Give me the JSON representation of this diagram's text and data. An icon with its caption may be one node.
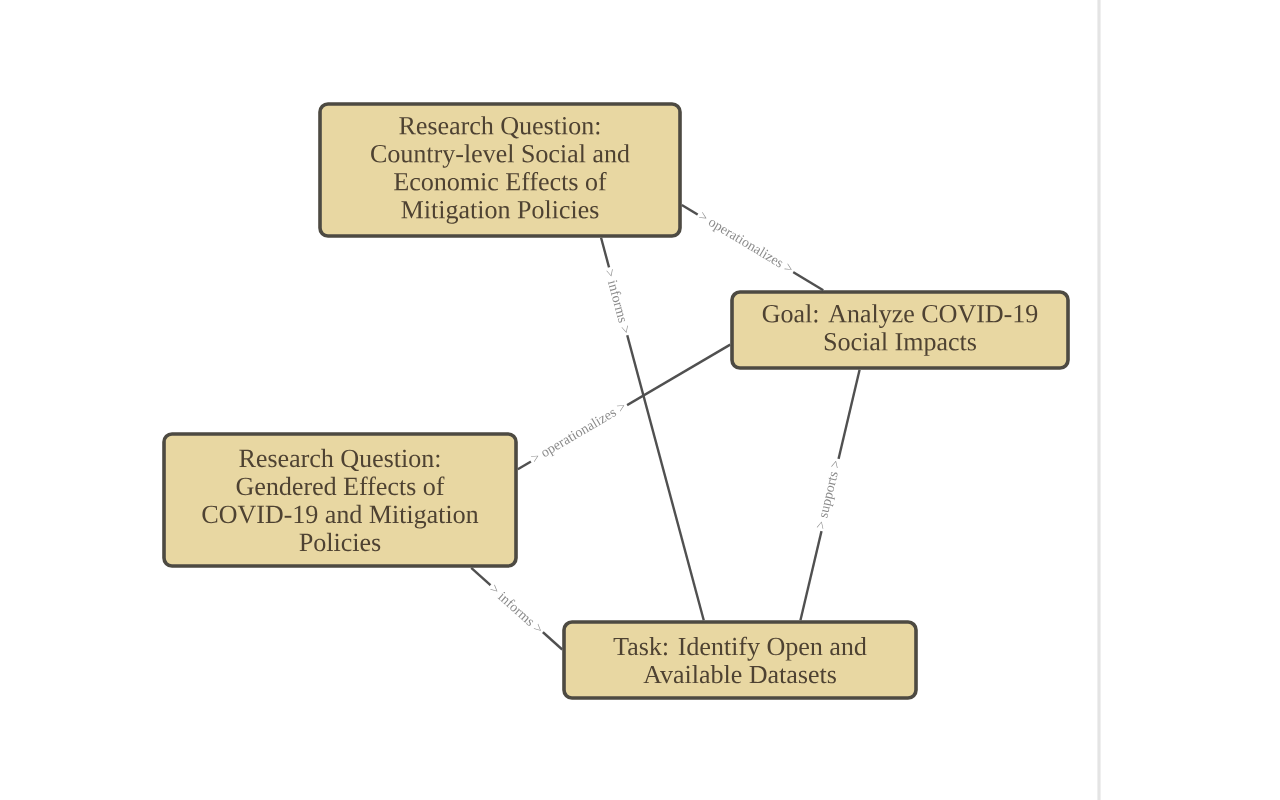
{
  "diagram": {
    "nodes": [
      {
        "text": [
          "Research Question: Country-level Social and Economic Effects of Mitigation Policies"
        ]
      },
      {
        "text": [
          "Goal: Analyze COVID-19 Social Impacts"
        ]
      },
      {
        "text": [
          "Research Question: Gendered Effects of COVID-19 and Mitigation Policies"
        ]
      },
      {
        "text": [
          "Task: Identify Open and Available Datasets"
        ]
      }
    ],
    "edges": [
      {
        "from": 0,
        "to": 1,
        "arrow": "none",
        "label": "> operationalizes >"
      },
      {
        "from": 0,
        "to": 3,
        "arrow": "none",
        "label": "> informs >"
      },
      {
        "from": 2,
        "to": 1,
        "arrow": "none",
        "label": "> operationalizes >"
      },
      {
        "from": 2,
        "to": 3,
        "arrow": "none",
        "label": "> informs >"
      },
      {
        "from": 3,
        "to": 1,
        "arrow": "none",
        "label": "> supports >"
      }
    ]
  }
}
